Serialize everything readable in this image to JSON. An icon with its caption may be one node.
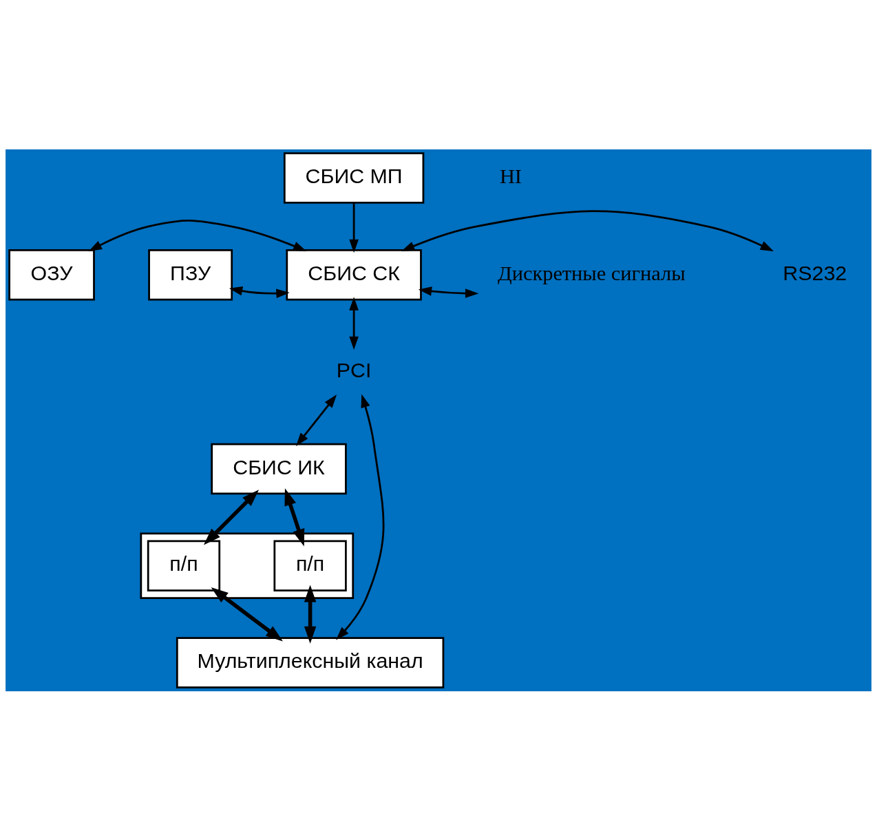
{
  "diagram": {
    "nodes": [
      {
        "text": [
          "СБИС МП"
        ]
      },
      {
        "text": [
          "ОЗУ"
        ]
      },
      {
        "text": [
          "ПЗУ"
        ]
      },
      {
        "text": [
          "СБИС СК"
        ]
      },
      {
        "text": [
          "RS232"
        ]
      },
      {
        "text": [
          "Дискретные сигналы"
        ]
      },
      {
        "text": [
          "PCI"
        ]
      },
      {
        "text": [
          "СБИС ИК"
        ]
      },
      {
        "text": [],
        "shape": "box"
      },
      {
        "text": [
          "п/п"
        ],
        "in": 8
      },
      {
        "text": [
          "п/п"
        ],
        "in": 8
      },
      {
        "text": [
          "Мультиплексный канал"
        ]
      }
    ],
    "edges": [
      {
        "from": 0,
        "to": 3,
        "arrow": "to"
      },
      {
        "from": 1,
        "to": 3,
        "arrow": "both"
      },
      {
        "from": 2,
        "to": 3,
        "arrow": "both"
      },
      {
        "from": 3,
        "to": 4,
        "arrow": "both"
      },
      {
        "from": 3,
        "to": 5,
        "arrow": "both"
      },
      {
        "from": 3,
        "to": 6,
        "arrow": "both"
      },
      {
        "from": 6,
        "to": 7,
        "arrow": "both"
      },
      {
        "from": 7,
        "to": 9,
        "arrow": "both",
        "style": "thick"
      },
      {
        "from": 7,
        "to": 10,
        "arrow": "both",
        "style": "thick"
      },
      {
        "from": 9,
        "to": 11,
        "arrow": "both",
        "style": "thick"
      },
      {
        "from": 10,
        "to": 11,
        "arrow": "both",
        "style": "thick"
      },
      {
        "from": 6,
        "to": 11,
        "arrow": "both"
      }
    ],
    "labels": [
      "НІ"
    ]
  }
}
